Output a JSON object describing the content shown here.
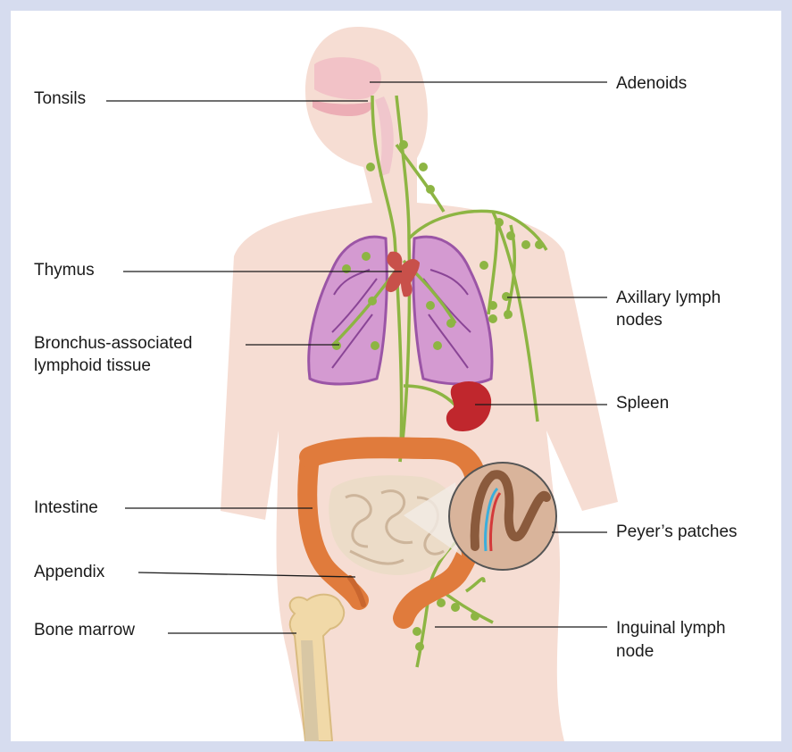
{
  "labels": {
    "tonsils": "Tonsils",
    "adenoids": "Adenoids",
    "thymus": "Thymus",
    "axillary_line1": "Axillary lymph",
    "axillary_line2": "nodes",
    "balt_line1": "Bronchus-associated",
    "balt_line2": "lymphoid tissue",
    "spleen": "Spleen",
    "intestine": "Intestine",
    "peyers": "Peyer’s patches",
    "appendix": "Appendix",
    "bone_marrow": "Bone marrow",
    "inguinal_line1": "Inguinal lymph",
    "inguinal_line2": "node"
  },
  "colors": {
    "frame_border": "#d6dcef",
    "skin": "#f6ddd3",
    "lung": "#c982c4",
    "lymph": "#8db543",
    "thymus": "#c8504a",
    "spleen": "#c0272d",
    "colon": "#e07b3c",
    "small_intestine": "#ecdcc8",
    "bone": "#f1d9a8"
  },
  "icons": [
    "body-silhouette-icon",
    "lymph-vessel-icon",
    "lung-icon",
    "thymus-icon",
    "spleen-icon",
    "intestine-icon",
    "bone-icon",
    "magnifier-inset-icon"
  ]
}
